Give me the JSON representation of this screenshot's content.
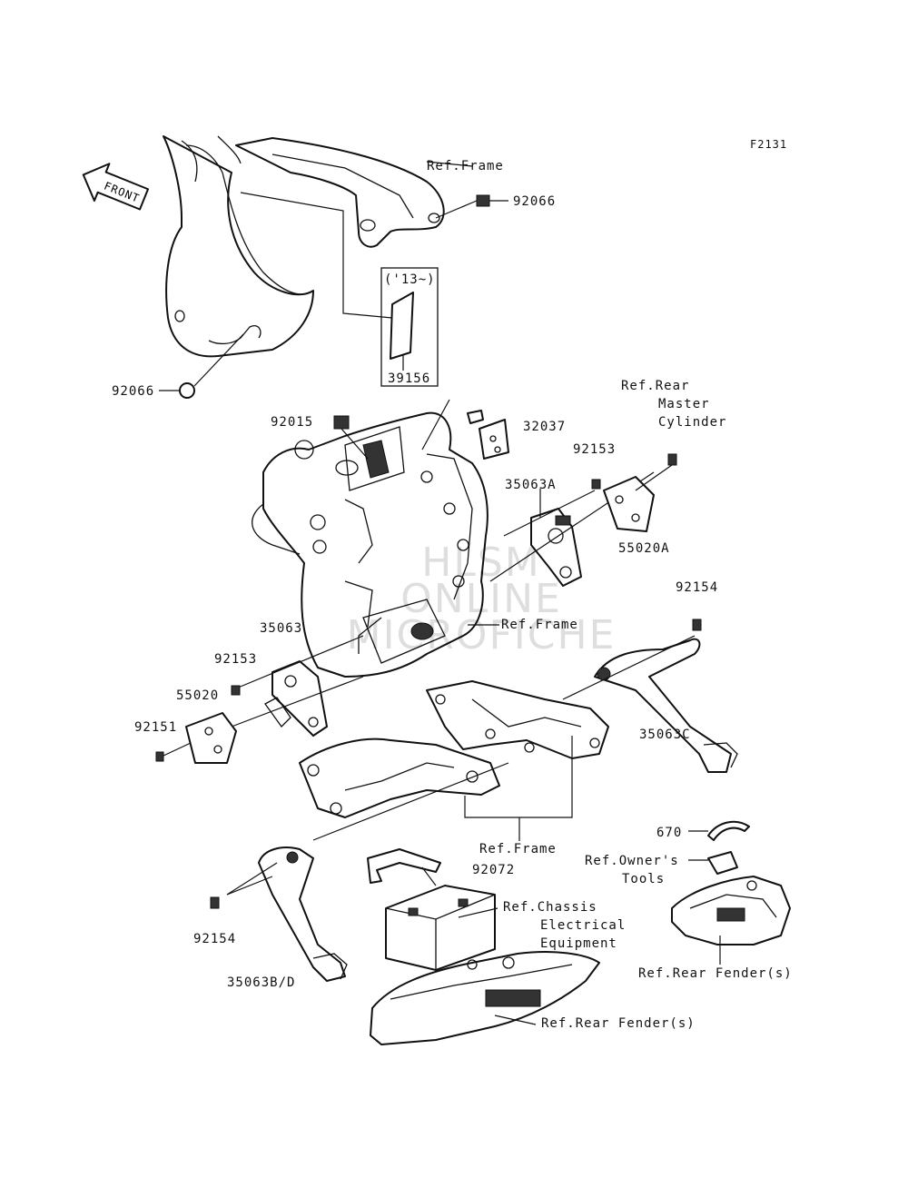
{
  "diagram": {
    "code": "F2131",
    "front_label": "FRONT",
    "watermark": [
      "HLSM",
      "ONLINE",
      "MICROFICHE"
    ],
    "labels": {
      "ref_frame_top": "Ref.Frame",
      "p92066_right": "92066",
      "p13": "('13~)",
      "p39156": "39156",
      "p92066_left": "92066",
      "ref_rear_master_1": "Ref.Rear",
      "ref_rear_master_2": "Master",
      "ref_rear_master_3": "Cylinder",
      "p92015": "92015",
      "p32037": "32037",
      "p92153_right": "92153",
      "p35063A": "35063A",
      "p55020A": "55020A",
      "ref_frame_mid": "Ref.Frame",
      "p92154_right": "92154",
      "p35063": "35063",
      "p92153_left": "92153",
      "p55020": "55020",
      "p92151": "92151",
      "p35063C": "35063C",
      "ref_frame_low": "Ref.Frame",
      "p670": "670",
      "ref_owners_1": "Ref.Owner's",
      "ref_owners_2": "Tools",
      "p92072": "92072",
      "ref_chassis_1": "Ref.Chassis",
      "ref_chassis_2": "Electrical",
      "ref_chassis_3": "Equipment",
      "p92154_left": "92154",
      "ref_rear_fender_right": "Ref.Rear Fender(s)",
      "p35063BD": "35063B/D",
      "ref_rear_fender_bottom": "Ref.Rear Fender(s)"
    }
  }
}
